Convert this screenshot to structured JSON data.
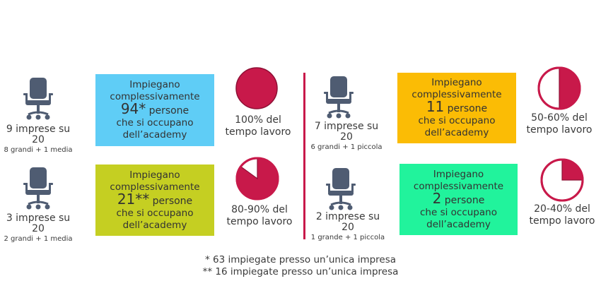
{
  "colors": {
    "accent": "#c8194a",
    "chair": "#4f5c72"
  },
  "groups": [
    {
      "companies": "9 imprese su",
      "total": "20",
      "breakdown": "8 grandi + 1 media",
      "box_color": "#5fcdf6",
      "line1": "Impiegano",
      "line2": "complessivamente",
      "number": "94*",
      "persons": "persone",
      "line4": "che si occupano",
      "line5": "dell’academy",
      "pie_fraction": 1.0,
      "pie_line1": "100% del",
      "pie_line2": "tempo lavoro"
    },
    {
      "companies": "3 imprese su",
      "total": "20",
      "breakdown": "2 grandi + 1 media",
      "box_color": "#c5cf22",
      "line1": "Impiegano",
      "line2": "complessivamente",
      "number": "21**",
      "persons": "persone",
      "line4": "che si occupano",
      "line5": "dell’academy",
      "pie_fraction": 0.85,
      "pie_line1": "80-90% del",
      "pie_line2": "tempo lavoro"
    },
    {
      "companies": "7 imprese su",
      "total": "20",
      "breakdown": "6 grandi + 1 piccola",
      "box_color": "#fbbc05",
      "line1": "Impiegano",
      "line2": "complessivamente",
      "number": "11",
      "persons": "persone",
      "line4": "che si occupano",
      "line5": "dell’academy",
      "pie_fraction": 0.5,
      "pie_line1": "50-60% del",
      "pie_line2": "tempo lavoro"
    },
    {
      "companies": "2 imprese su",
      "total": "20",
      "breakdown": "1 grande + 1 piccola",
      "box_color": "#21f39c",
      "line1": "Impiegano",
      "line2": "complessivamente",
      "number": "2",
      "persons": "persone",
      "line4": "che si occupano",
      "line5": "dell’academy",
      "pie_fraction": 0.25,
      "pie_line1": "20-40% del",
      "pie_line2": "tempo lavoro"
    }
  ],
  "footnotes": [
    "* 63 impiegate presso un’unica impresa",
    "** 16 impiegate presso un’unica impresa"
  ]
}
